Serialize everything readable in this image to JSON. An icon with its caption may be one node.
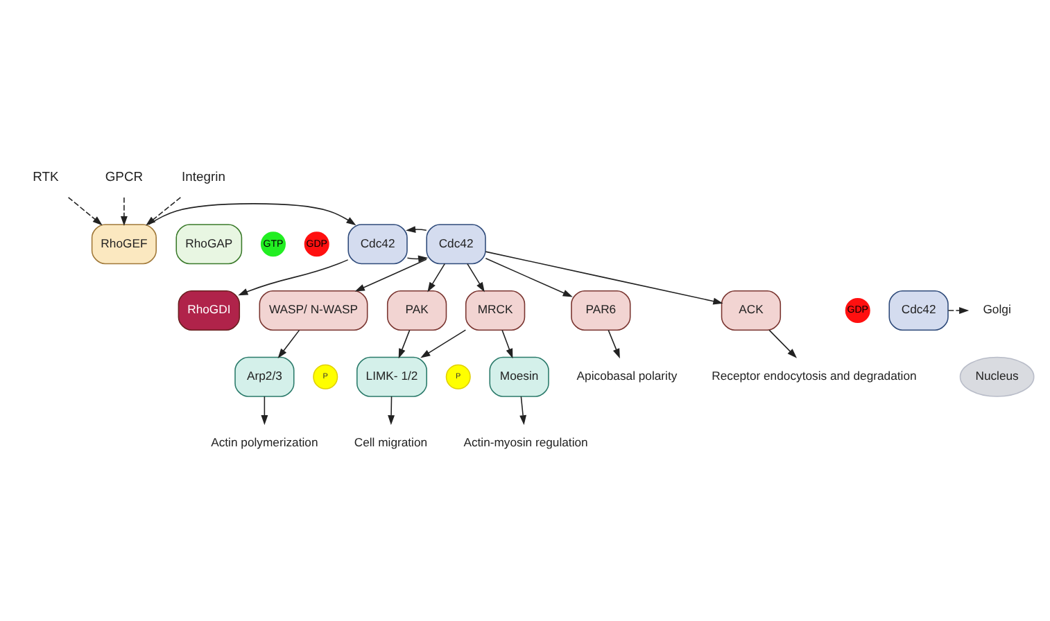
{
  "diagram": {
    "nodes": [
      {
        "text": [
          "RTK"
        ]
      },
      {
        "text": [
          "GPCR"
        ]
      },
      {
        "text": [
          "Integrin"
        ]
      },
      {
        "text": [
          "RhoGEF"
        ]
      },
      {
        "text": [
          "Cdc42"
        ]
      },
      {
        "text": [
          "GDP"
        ]
      },
      {
        "text": [
          "RhoGAP"
        ]
      },
      {
        "text": [
          "Cdc42"
        ]
      },
      {
        "text": [
          "GTP"
        ]
      },
      {
        "text": [
          "Golgi"
        ]
      },
      {
        "text": [
          "RhoGDI"
        ]
      },
      {
        "text": [
          "GDP"
        ]
      },
      {
        "text": [
          "Cdc42"
        ]
      },
      {
        "text": [
          "ACK"
        ]
      },
      {
        "text": [
          "WASP/ N-WASP"
        ]
      },
      {
        "text": [
          "PAK"
        ]
      },
      {
        "text": [
          "MRCK"
        ]
      },
      {
        "text": [
          "PAR6"
        ]
      },
      {
        "text": [
          "Arp2/3"
        ]
      },
      {
        "text": [
          "P"
        ]
      },
      {
        "text": [
          "LIMK- 1/2"
        ]
      },
      {
        "text": [
          "P"
        ]
      },
      {
        "text": [
          "Moesin"
        ]
      },
      {
        "text": [
          "Apicobasal polarity"
        ]
      },
      {
        "text": [
          "Receptor endocytosis and degradation"
        ]
      },
      {
        "text": [
          "Actin polymerization"
        ]
      },
      {
        "text": [
          "Cell migration"
        ]
      },
      {
        "text": [
          "Actin-myosin regulation"
        ]
      },
      {
        "text": [
          "Nucleus"
        ]
      }
    ],
    "edges": [
      {
        "from": 0,
        "to": 3,
        "arrow": "to",
        "style": "dashed"
      },
      {
        "from": 1,
        "to": 3,
        "arrow": "to",
        "style": "dashed"
      },
      {
        "from": 2,
        "to": 3,
        "arrow": "to",
        "style": "dashed"
      },
      {
        "from": 3,
        "to": 4,
        "arrow": "to"
      },
      {
        "from": 4,
        "to": 7,
        "arrow": "to"
      },
      {
        "from": 7,
        "to": 4,
        "arrow": "to"
      },
      {
        "from": 4,
        "to": 10,
        "arrow": "to"
      },
      {
        "from": 12,
        "to": 9,
        "arrow": "to",
        "style": "dashed"
      },
      {
        "from": 7,
        "to": 13,
        "arrow": "to"
      },
      {
        "from": 7,
        "to": 14,
        "arrow": "to"
      },
      {
        "from": 7,
        "to": 15,
        "arrow": "to"
      },
      {
        "from": 7,
        "to": 16,
        "arrow": "to"
      },
      {
        "from": 7,
        "to": 17,
        "arrow": "to"
      },
      {
        "from": 13,
        "to": 24,
        "arrow": "to"
      },
      {
        "from": 14,
        "to": 18,
        "arrow": "to"
      },
      {
        "from": 18,
        "to": 25,
        "arrow": "to"
      },
      {
        "from": 15,
        "to": 20,
        "arrow": "to"
      },
      {
        "from": 16,
        "to": 20,
        "arrow": "to"
      },
      {
        "from": 16,
        "to": 22,
        "arrow": "to"
      },
      {
        "from": 20,
        "to": 26,
        "arrow": "to"
      },
      {
        "from": 22,
        "to": 27,
        "arrow": "to"
      },
      {
        "from": 17,
        "to": 23,
        "arrow": "to"
      }
    ]
  }
}
